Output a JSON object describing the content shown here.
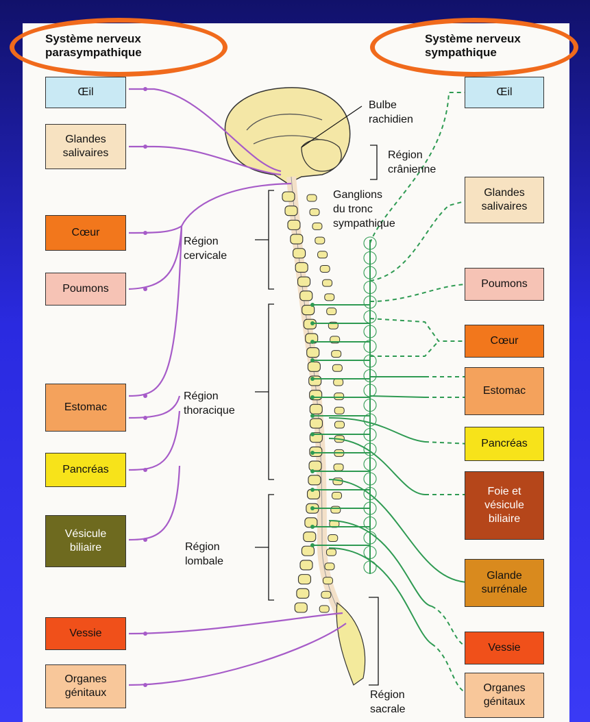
{
  "headers": {
    "parasympathetic": "Système nerveux\nparasympathique",
    "sympathetic": "Système nerveux\nsympathique"
  },
  "left_organs": [
    {
      "label": "Œil",
      "color": "#c9e9f4"
    },
    {
      "label": "Glandes salivaires",
      "color": "#f7e2c1"
    },
    {
      "label": "Cœur",
      "color": "#f2771c"
    },
    {
      "label": "Poumons",
      "color": "#f6c3b5"
    },
    {
      "label": "Estomac",
      "color": "#f4a25c"
    },
    {
      "label": "Pancréas",
      "color": "#f7e31a"
    },
    {
      "label": "Vésicule biliaire",
      "color": "#6e6a1f"
    },
    {
      "label": "Vessie",
      "color": "#f0501a"
    },
    {
      "label": "Organes génitaux",
      "color": "#f8c79a"
    }
  ],
  "right_organs": [
    {
      "label": "Œil",
      "color": "#c9e9f4"
    },
    {
      "label": "Glandes salivaires",
      "color": "#f7e2c1"
    },
    {
      "label": "Poumons",
      "color": "#f6c3b5"
    },
    {
      "label": "Cœur",
      "color": "#f2771c"
    },
    {
      "label": "Estomac",
      "color": "#f4a25c"
    },
    {
      "label": "Pancréas",
      "color": "#f7e31a"
    },
    {
      "label": "Foie et vésicule biliaire",
      "color": "#b5461a"
    },
    {
      "label": "Glande surrénale",
      "color": "#d98a1e"
    },
    {
      "label": "Vessie",
      "color": "#f0501a"
    },
    {
      "label": "Organes génitaux",
      "color": "#f8c79a"
    }
  ],
  "labels": {
    "bulbe": "Bulbe\nrachidien",
    "cranienne": "Région\ncrânienne",
    "ganglions": "Ganglions\ndu tronc\nsympathique",
    "cervicale": "Région\ncervicale",
    "thoracique": "Région\nthoracique",
    "lombale": "Région\nlombale",
    "sacrale": "Région\nsacrale"
  },
  "colors": {
    "parasympathetic": "#a65bc8",
    "sympathetic": "#2e9a52",
    "highlight_ring": "#f06a1c",
    "vertebra": "#f3ea9c"
  }
}
